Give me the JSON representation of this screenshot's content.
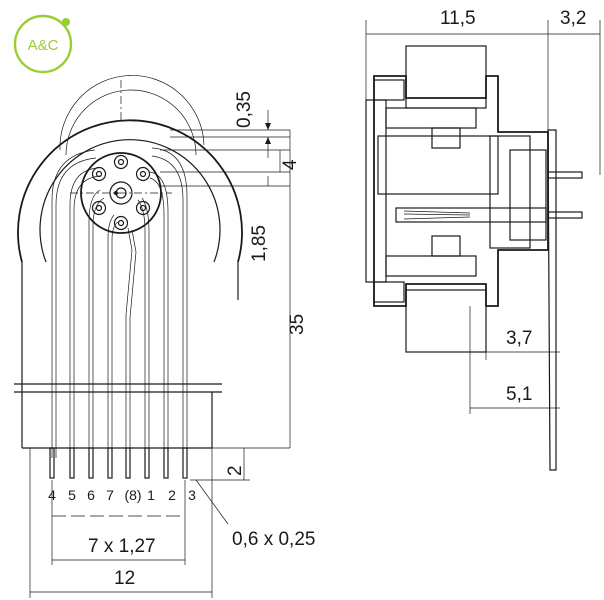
{
  "logo": {
    "text": "A&C",
    "color": "#9acd32"
  },
  "front_view": {
    "pin_labels": [
      "4",
      "5",
      "6",
      "7",
      "(8)",
      "1",
      "2",
      "3"
    ],
    "dims": {
      "gap": "0,35",
      "pitch_circle": "4",
      "offset": "1,85",
      "height": "35",
      "pin_length": "2",
      "pin_section": "0,6 x 0,25",
      "pitch": "7 x 1,27",
      "width": "12"
    }
  },
  "side_view": {
    "dims": {
      "depth": "11,5",
      "pin_projection": "3,2",
      "flange": "3,7",
      "board_offset": "5,1"
    }
  }
}
